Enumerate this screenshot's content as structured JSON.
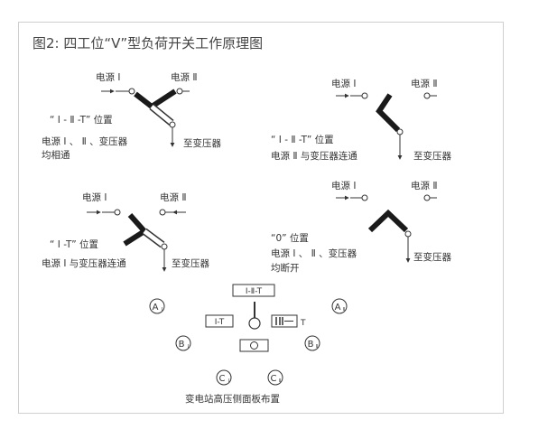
{
  "title": "图2: 四工位“V”型负荷开关工作原理图",
  "source1": "电源 Ⅰ",
  "source2": "电源 Ⅱ",
  "transformer": "至变压器",
  "states": [
    {
      "position": "“ Ⅰ - Ⅱ -T” 位置",
      "desc1": "电源 Ⅰ 、 Ⅱ 、变压器",
      "desc2": "均相通"
    },
    {
      "position": "“ Ⅰ - Ⅱ -T” 位置",
      "desc1": "电源 Ⅱ 与变压器连通",
      "desc2": ""
    },
    {
      "position": "“ Ⅰ -T” 位置",
      "desc1": "电源 Ⅰ 与变压器连通",
      "desc2": ""
    },
    {
      "position": "“0” 位置",
      "desc1": "电源 Ⅰ 、 Ⅱ 、变压器",
      "desc2": "均断开"
    }
  ],
  "panel": {
    "box_top": "Ⅰ-Ⅱ-T",
    "box_left": "Ⅰ-T",
    "box_right_suffix": "T",
    "a1": "A",
    "a1_sub": "Ⅰ",
    "a2": "A",
    "a2_sub": "Ⅱ",
    "b1": "B",
    "b1_sub": "Ⅰ",
    "b2": "B",
    "b2_sub": "Ⅱ",
    "c1": "C",
    "c1_sub": "Ⅰ",
    "c2": "C",
    "c2_sub": "Ⅱ",
    "caption": "变电站高压侧面板布置"
  }
}
